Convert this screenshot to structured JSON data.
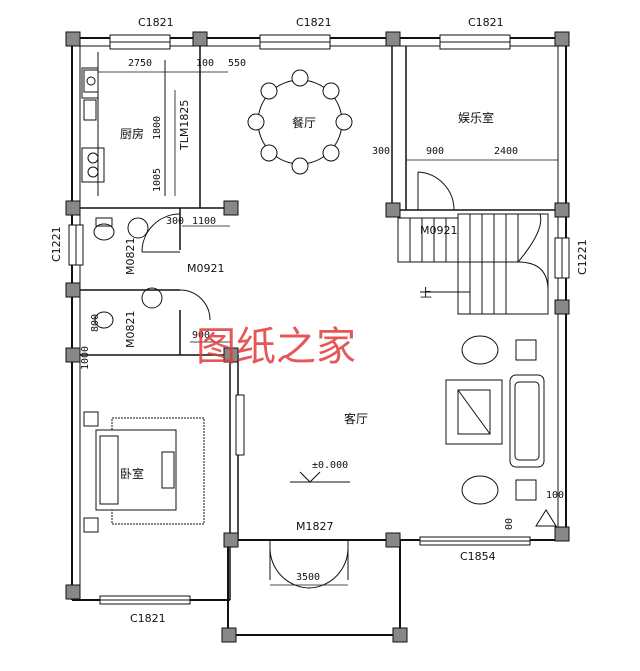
{
  "windows": {
    "top_left": "C1821",
    "top_mid": "C1821",
    "top_right": "C1821",
    "left_side": "C1221",
    "right_side": "C1221",
    "bottom_right": "C1854",
    "bottom_left": "C1821"
  },
  "doors": {
    "d1": "M0921",
    "d2": "M0821",
    "d3": "M0921",
    "d4": "M0821",
    "front": "M1827"
  },
  "fixtures": {
    "kitchen_counter": "TLM1825"
  },
  "rooms": {
    "kitchen": "厨房",
    "dining": "餐厅",
    "entertainment": "娱乐室",
    "living": "客厅",
    "bedroom": "卧室"
  },
  "dimensions": {
    "d2750": "2750",
    "d100a": "100",
    "d550": "550",
    "d1800": "1800",
    "d1005": "1005",
    "d300": "300",
    "d1100": "1100",
    "d900": "900",
    "d2400": "2400",
    "d900b": "900",
    "d3500": "3500",
    "d100b": "100",
    "d800": "800",
    "d1000": "1000",
    "d300b": "300",
    "d00": "00"
  },
  "annotations": {
    "up": "上",
    "elevation": "±0.000"
  },
  "watermark": "图纸之家",
  "icons": [
    "gas-stove-icon",
    "sink-icon",
    "toilet-icon",
    "dining-table-icon",
    "bed-icon",
    "sofa-icon",
    "stairs-icon",
    "door-swing-icon"
  ]
}
